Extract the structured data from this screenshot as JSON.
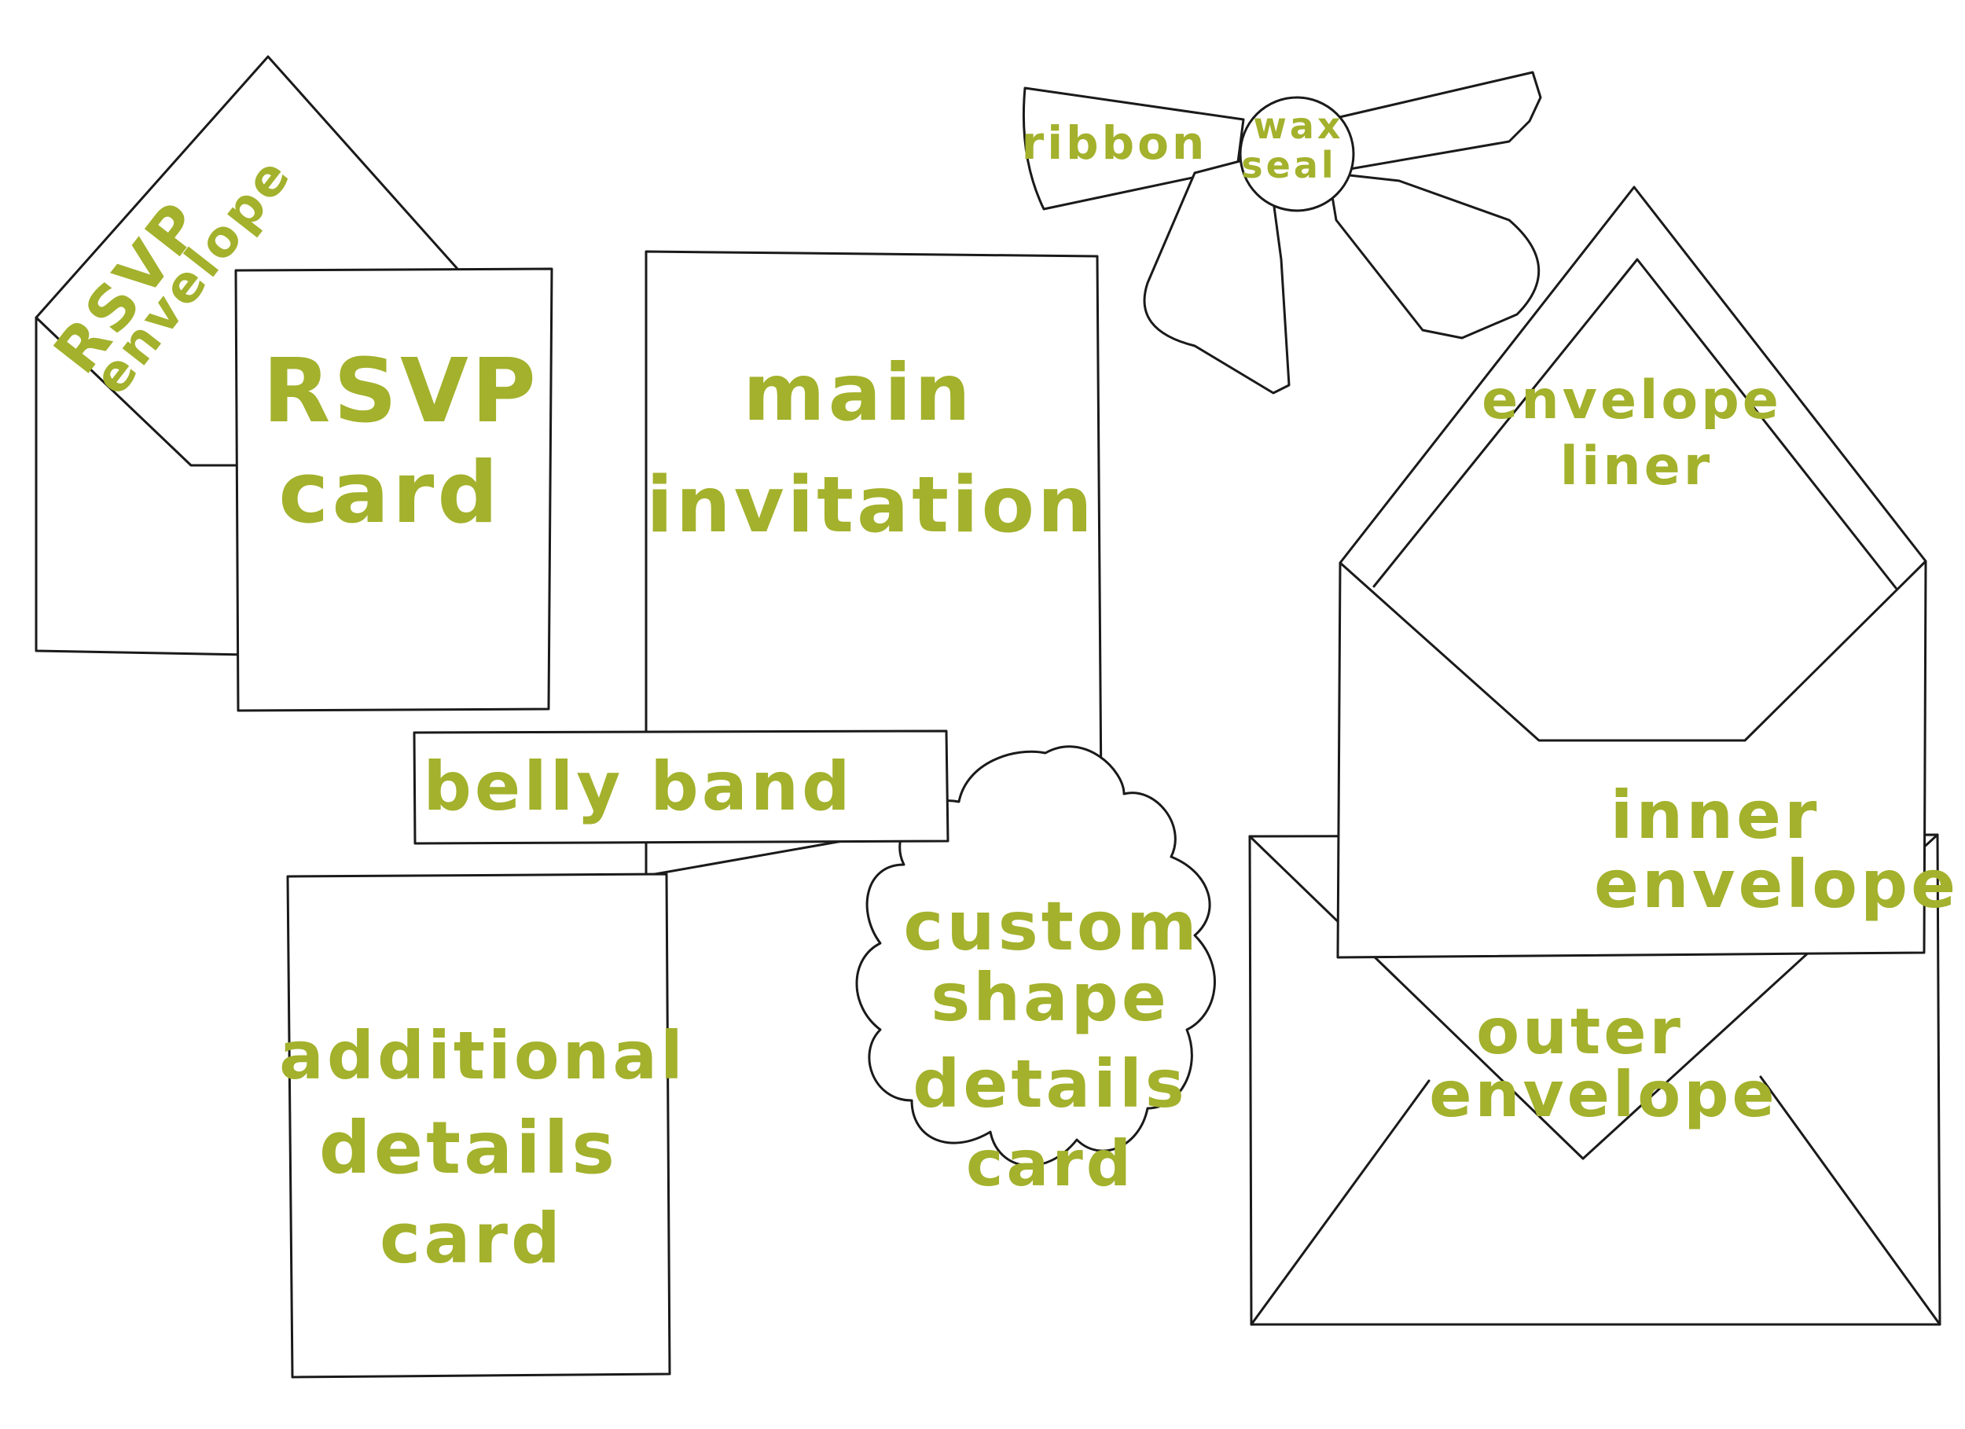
{
  "colors": {
    "label": "#a3b12c",
    "outline": "#1a1a1a",
    "background": "#ffffff"
  },
  "labels": {
    "rsvp_envelope_line1": "RSVP",
    "rsvp_envelope_line2": "envelope",
    "rsvp_card_line1": "RSVP",
    "rsvp_card_line2": "card",
    "main_invitation_line1": "main",
    "main_invitation_line2": "invitation",
    "belly_band": "belly band",
    "additional_details_line1": "additional",
    "additional_details_line2": "details",
    "additional_details_line3": "card",
    "custom_shape_line1": "custom",
    "custom_shape_line2": "shape",
    "custom_shape_line3": "details",
    "custom_shape_line4": "card",
    "ribbon": "ribbon",
    "wax_seal_line1": "wax",
    "wax_seal_line2": "seal",
    "envelope_liner_line1": "envelope",
    "envelope_liner_line2": "liner",
    "inner_envelope_line1": "inner",
    "inner_envelope_line2": "envelope",
    "outer_envelope_line1": "outer",
    "outer_envelope_line2": "envelope"
  }
}
